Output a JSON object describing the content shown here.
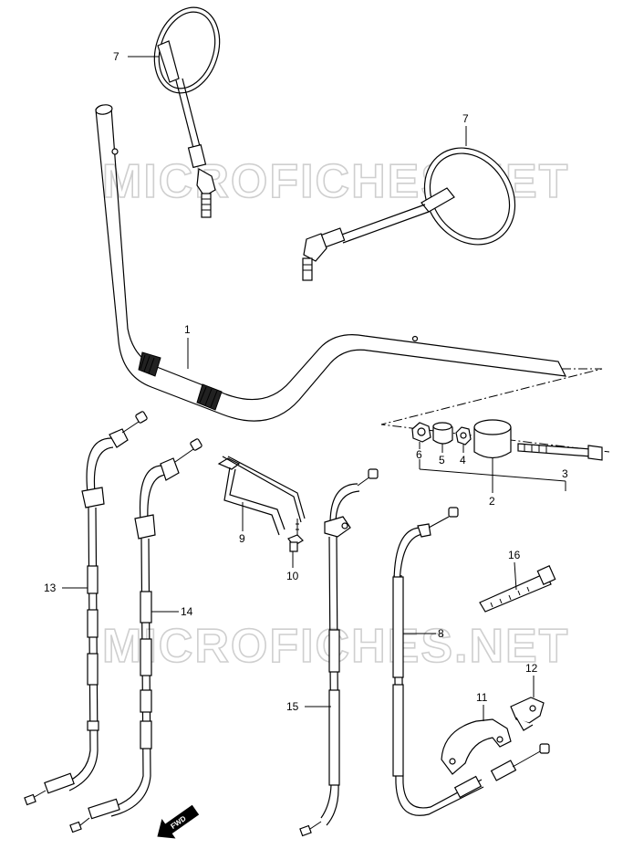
{
  "watermark": "MICROFICHES.NET",
  "fwd_label": "FWD",
  "callouts": {
    "c1": "1",
    "c2": "2",
    "c3": "3",
    "c4": "4",
    "c5": "5",
    "c6": "6",
    "c7a": "7",
    "c7b": "7",
    "c8": "8",
    "c9": "9",
    "c10": "10",
    "c11": "11",
    "c12": "12",
    "c13": "13",
    "c14": "14",
    "c15": "15",
    "c16": "16"
  },
  "parts": [
    {
      "number": "1",
      "name": "handlebar"
    },
    {
      "number": "2",
      "name": "handlebar-end-weight"
    },
    {
      "number": "3",
      "name": "screw"
    },
    {
      "number": "4",
      "name": "nut"
    },
    {
      "number": "5",
      "name": "spacer"
    },
    {
      "number": "6",
      "name": "nut"
    },
    {
      "number": "7",
      "name": "mirror"
    },
    {
      "number": "8",
      "name": "cable"
    },
    {
      "number": "9",
      "name": "guide"
    },
    {
      "number": "10",
      "name": "bolt"
    },
    {
      "number": "11",
      "name": "bracket"
    },
    {
      "number": "12",
      "name": "clamp"
    },
    {
      "number": "13",
      "name": "throttle-cable"
    },
    {
      "number": "14",
      "name": "throttle-cable"
    },
    {
      "number": "15",
      "name": "cable"
    },
    {
      "number": "16",
      "name": "tie"
    }
  ]
}
